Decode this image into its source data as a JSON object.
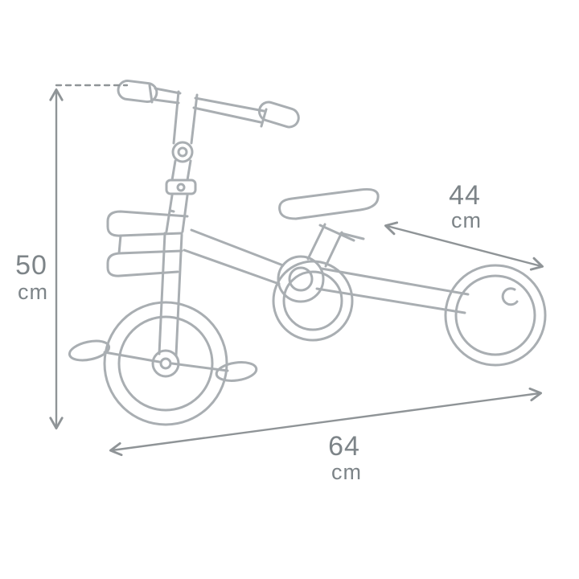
{
  "diagram": {
    "kind": "product-dimension-diagram",
    "subject": "kids tricycle line drawing",
    "dimensions": {
      "height": {
        "value": "50",
        "unit": "cm"
      },
      "seat_to_rear": {
        "value": "44",
        "unit": "cm"
      },
      "length": {
        "value": "64",
        "unit": "cm"
      }
    },
    "colors": {
      "drawing_line": "#a9aeb2",
      "dimension_line": "#8f9497",
      "label_text": "#7d8488",
      "background": "#ffffff"
    }
  }
}
